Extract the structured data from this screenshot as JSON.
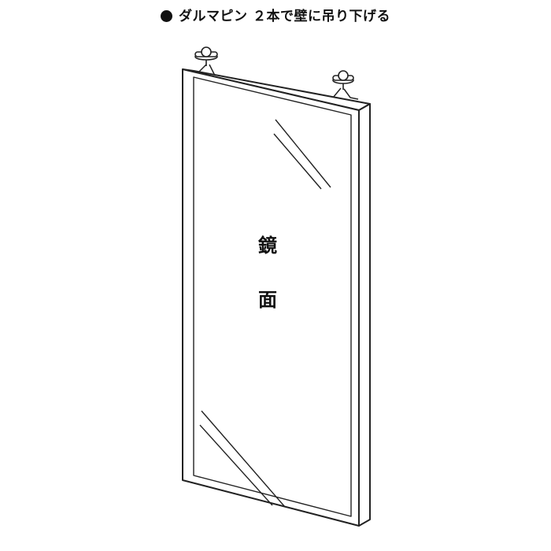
{
  "caption": {
    "bullet": "●",
    "text": "ダルマピン ２本で壁に吊り下げる"
  },
  "mirror": {
    "label_1": "鏡",
    "label_2": "面"
  },
  "icons": [
    "push-pin-icon",
    "push-pin-icon"
  ],
  "colors": {
    "line": "#222222",
    "background": "#ffffff"
  }
}
